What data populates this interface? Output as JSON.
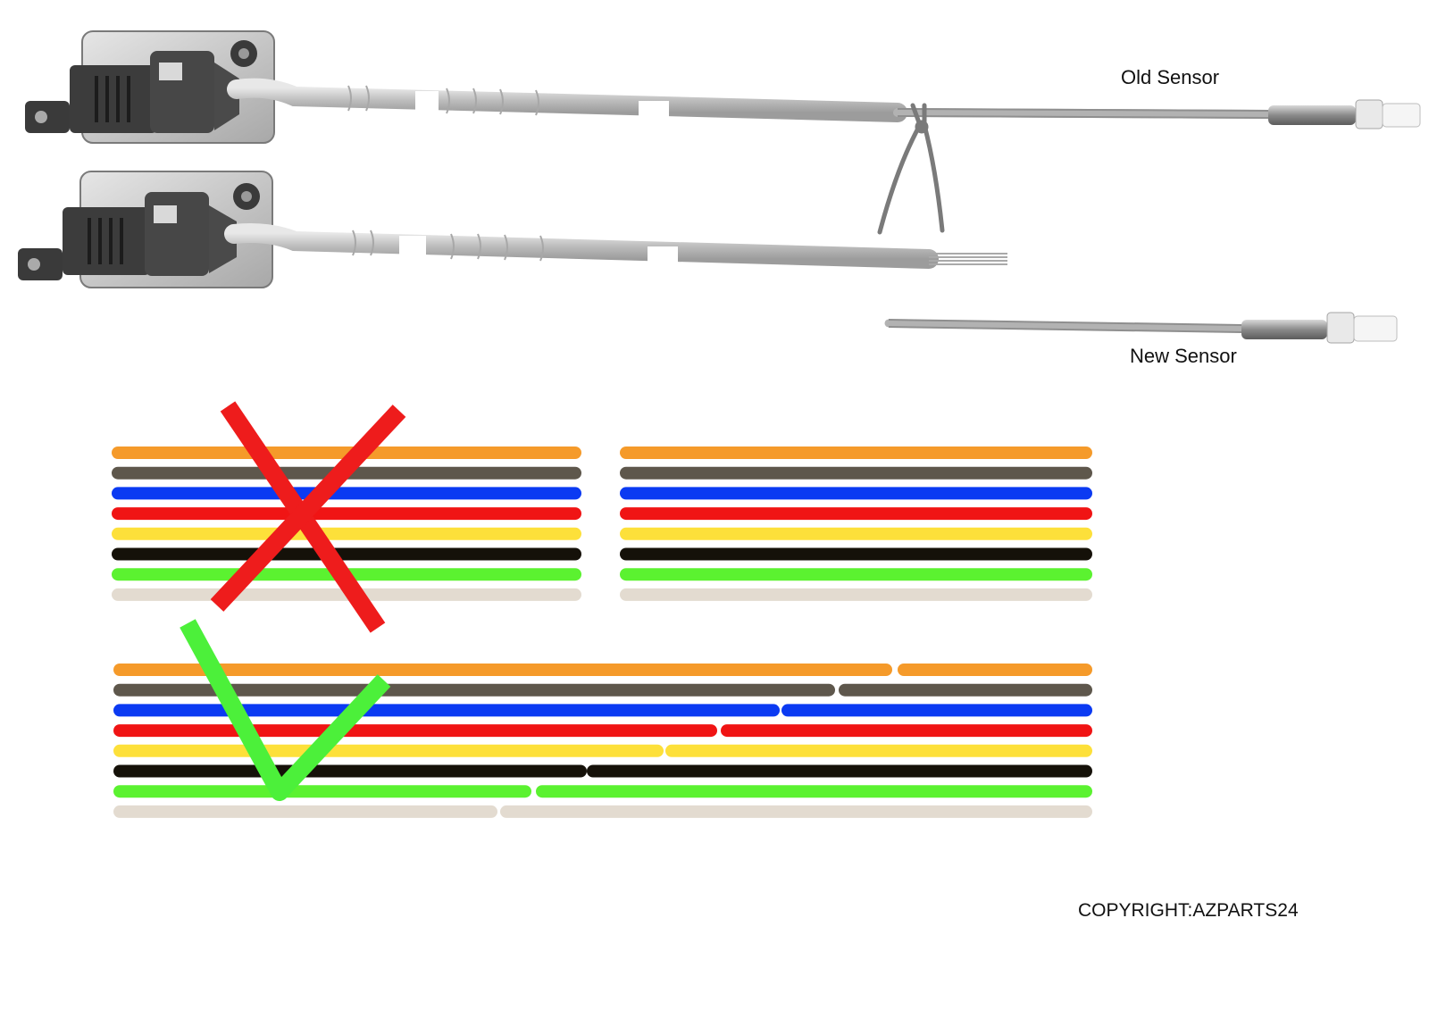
{
  "labels": {
    "old_sensor": "Old Sensor",
    "new_sensor": "New Sensor",
    "copyright": "COPYRIGHT:AZPARTS24"
  },
  "wire_colors": [
    {
      "name": "orange",
      "hex": "#f59a2a"
    },
    {
      "name": "brown-gray",
      "hex": "#5e574c"
    },
    {
      "name": "blue",
      "hex": "#0b3af2"
    },
    {
      "name": "red",
      "hex": "#f01414"
    },
    {
      "name": "yellow",
      "hex": "#fde03a"
    },
    {
      "name": "black",
      "hex": "#151109"
    },
    {
      "name": "green",
      "hex": "#5bf230"
    },
    {
      "name": "beige",
      "hex": "#e3dbd0"
    }
  ],
  "marks": {
    "wrong": {
      "icon": "cross-icon",
      "color": "#ee1c1c"
    },
    "right": {
      "icon": "checkmark-icon",
      "color": "#4cf03a"
    }
  },
  "sensor_colors": {
    "housing": "#cfcfcf",
    "connector": "#3a3a3a",
    "cable": "#c4c4c4",
    "probe": "#9a9a9a"
  }
}
